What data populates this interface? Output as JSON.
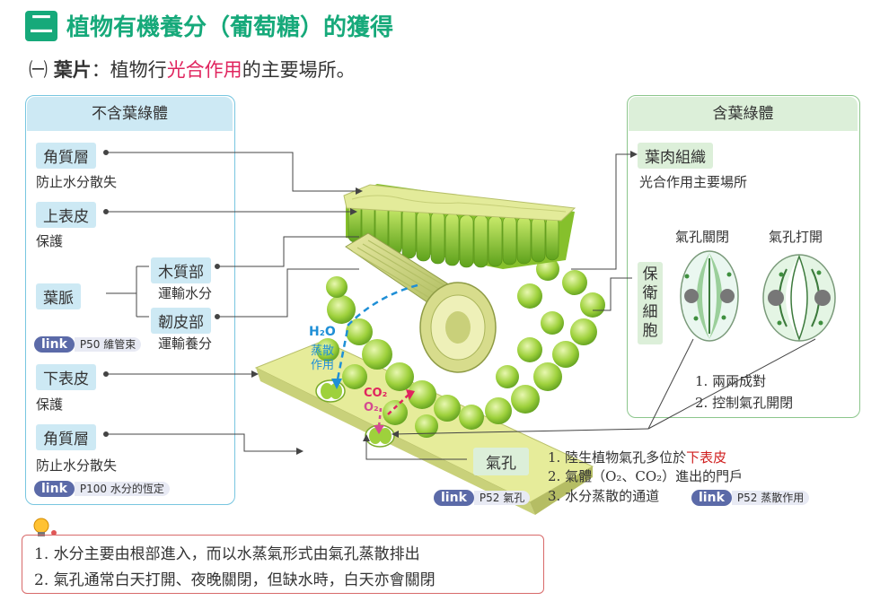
{
  "header": {
    "section_number": "二",
    "title": "植物有機養分（葡萄糖）的獲得",
    "sub_marker": "㈠",
    "sub_key": "葉片",
    "sub_colon": "：植物行",
    "sub_highlight": "光合作用",
    "sub_rest": "的主要場所。"
  },
  "left_panel": {
    "heading": "不含葉綠體",
    "items": [
      {
        "tag": "角質層",
        "desc": "防止水分散失"
      },
      {
        "tag": "上表皮",
        "desc": "保護"
      },
      {
        "tag": "葉脈"
      },
      {
        "tag": "下表皮",
        "desc": "保護"
      },
      {
        "tag": "角質層",
        "desc": "防止水分散失"
      }
    ],
    "xylem": {
      "tag": "木質部",
      "desc": "運輸水分"
    },
    "phloem": {
      "tag": "韌皮部",
      "desc": "運輸養分"
    },
    "link1_label": "link",
    "link1_text": "P50 維管束",
    "link2_label": "link",
    "link2_text": "P100 水分的恆定"
  },
  "right_panel": {
    "heading": "含葉綠體",
    "mesophyll_tag": "葉肉組織",
    "mesophyll_desc": "光合作用主要場所",
    "guard_tag": "保衛細胞",
    "closed_label": "氣孔關閉",
    "open_label": "氣孔打開",
    "points": [
      "1. 兩兩成對",
      "2. 控制氣孔開閉"
    ]
  },
  "diagram_labels": {
    "h2o": "H₂O",
    "transpiration_1": "蒸散",
    "transpiration_2": "作用",
    "co2": "CO₂",
    "o2": "O₂"
  },
  "stomata": {
    "tag": "氣孔",
    "p1_pre": "1. 陸生植物氣孔多位於",
    "p1_red": "下表皮",
    "p2": "2. 氣體（O₂、CO₂）進出的門戶",
    "p3": "3. 水分蒸散的通道",
    "link_a_label": "link",
    "link_a_text": "P52 氣孔",
    "link_b_label": "link",
    "link_b_text": "P52 蒸散作用"
  },
  "notes": [
    "1. 水分主要由根部進入，而以水蒸氣形式由氣孔蒸散排出",
    "2. 氣孔通常白天打開、夜晚關閉，但缺水時，白天亦會關閉"
  ],
  "colors": {
    "accent_green": "#16a97a",
    "highlight": "#e0245e",
    "blue_panel": "#78c6e0",
    "green_panel": "#8cc68c"
  }
}
